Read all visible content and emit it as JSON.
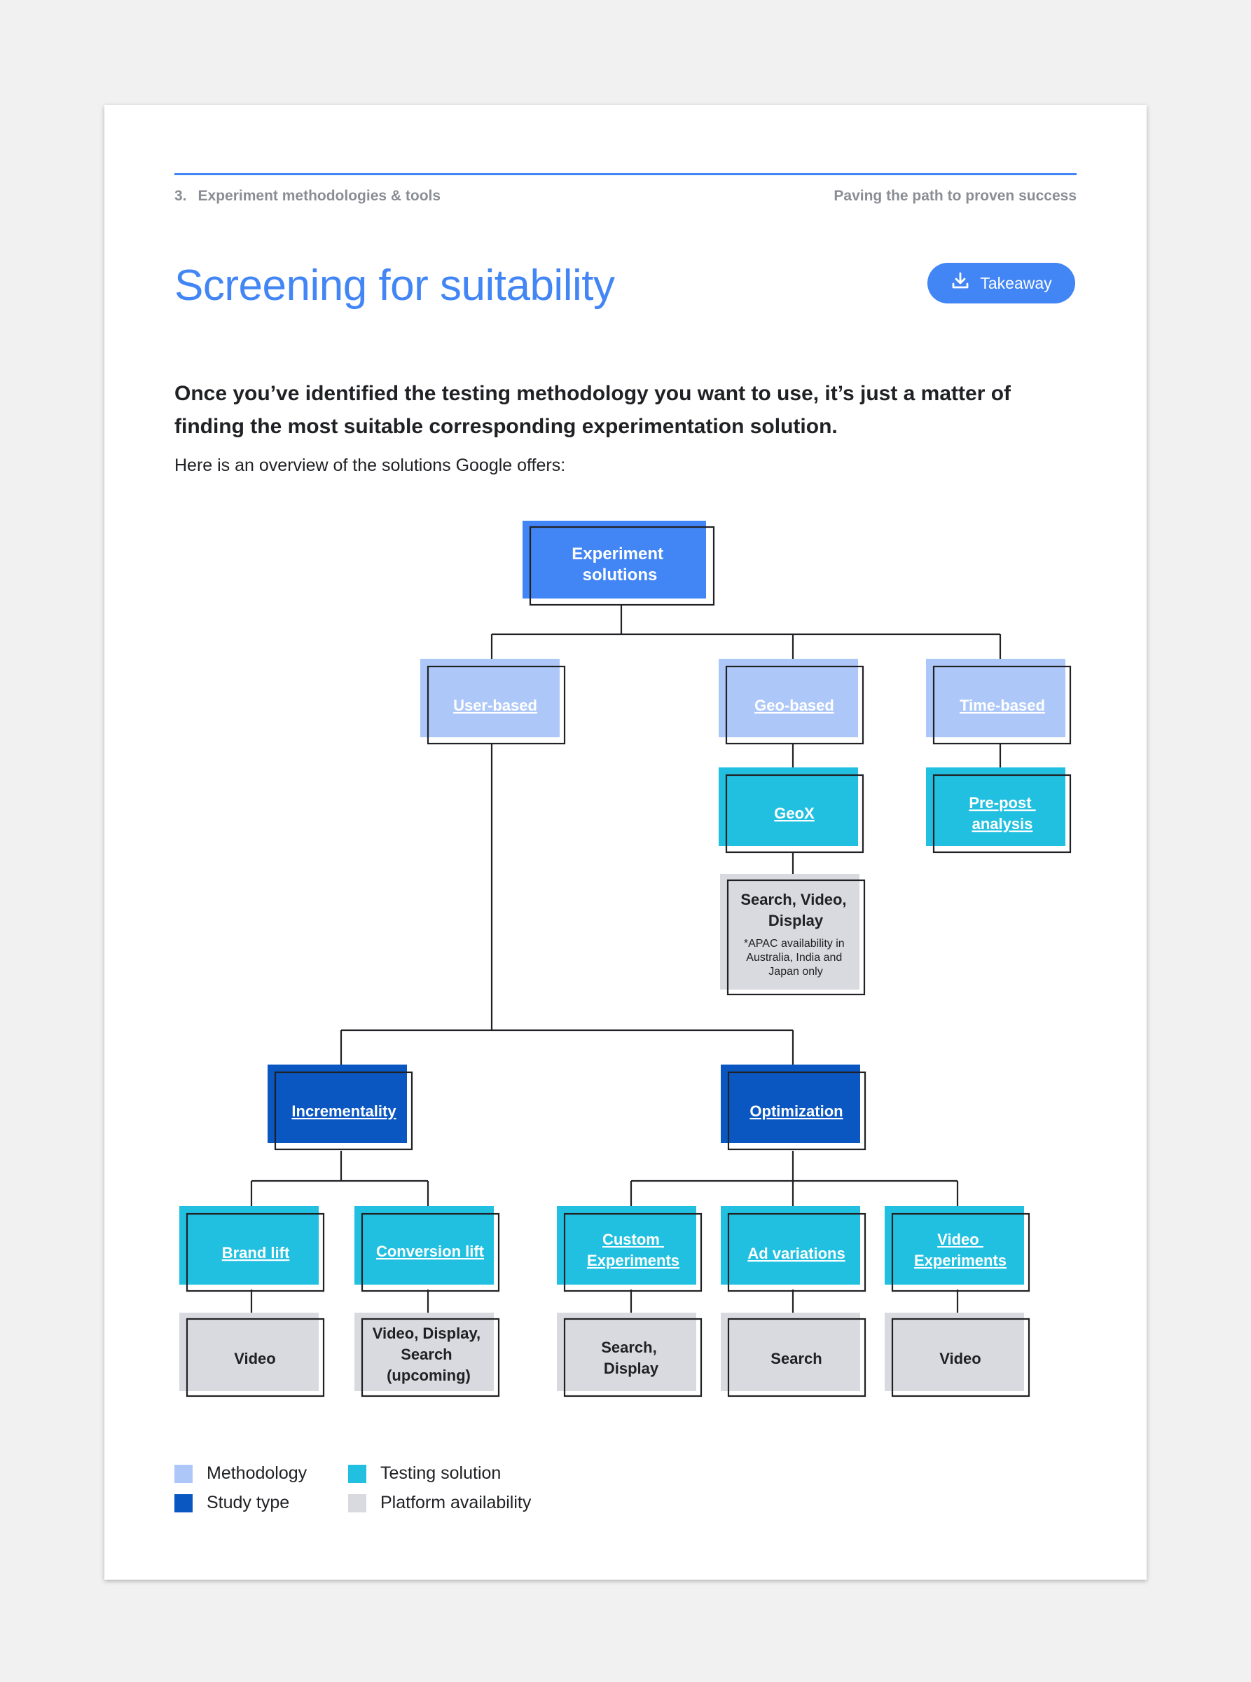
{
  "header": {
    "section_number": "3.",
    "section_title": "Experiment methodologies & tools",
    "running_title": "Paving the path to proven success"
  },
  "title": "Screening for suitability",
  "takeaway_button": {
    "label": "Takeaway",
    "icon": "download-icon"
  },
  "lead": "Once you’ve identified the testing methodology you want to use, it’s just a matter of finding the most suitable corresponding experimentation solution.",
  "intro": "Here is an overview of the solutions Google offers:",
  "colors": {
    "accent": "#4285f4",
    "methodology": "#adc8f8",
    "study_type": "#0b57c2",
    "testing_solution": "#22c0e0",
    "platform": "#d9dadf"
  },
  "diagram": {
    "root": "Experiment solutions",
    "methodologies": {
      "user": "User-based",
      "geo": "Geo-based",
      "time": "Time-based"
    },
    "geox": "GeoX",
    "geox_platform": "Search, Video, Display",
    "geox_note": "*APAC availability in Australia, India and Japan only",
    "prepost": "Pre-post analysis",
    "incrementality": "Incrementality",
    "optimization": "Optimization",
    "brand_lift": "Brand lift",
    "brand_lift_platform": "Video",
    "conversion_lift": "Conversion lift",
    "conversion_lift_platform": "Video, Display, Search (upcoming)",
    "custom_experiments": "Custom Experiments",
    "custom_experiments_platform": "Search, Display",
    "ad_variations": "Ad variations",
    "ad_variations_platform": "Search",
    "video_experiments": "Video Experiments",
    "video_experiments_platform": "Video"
  },
  "legend": {
    "methodology": "Methodology",
    "study_type": "Study type",
    "testing_solution": "Testing solution",
    "platform": "Platform availability"
  }
}
